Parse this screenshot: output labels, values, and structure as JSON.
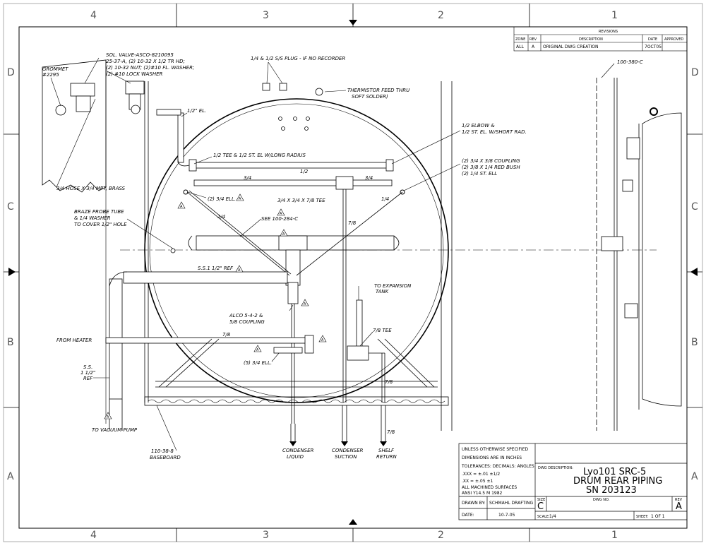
{
  "border": {
    "zones_top": [
      "4",
      "3",
      "2",
      "1"
    ],
    "zones_bottom": [
      "4",
      "3",
      "2",
      "1"
    ],
    "zones_left": [
      "D",
      "C",
      "B",
      "A"
    ],
    "zones_right": [
      "D",
      "C",
      "B",
      "A"
    ]
  },
  "revisions": {
    "title": "REVISIONS",
    "headers": {
      "zone": "ZONE",
      "rev": "REV",
      "description": "DESCRIPTION",
      "date": "DATE",
      "approved": "APPROVED"
    },
    "row": {
      "zone": "ALL",
      "rev": "A",
      "description": "ORIGINAL DWG CREATION",
      "date": "7OCT05",
      "approved": ""
    }
  },
  "callouts": {
    "grommet": [
      "GROMMET",
      "#2295"
    ],
    "sol_valve": [
      "SOL. VALVE-ASCO-8210095",
      "25-37-A, (2) 10-32 X 1/2 TR HD;",
      "(2) 10-32 NUT; (2)#10 FL. WASHER;",
      "(2) #10 LOCK WASHER"
    ],
    "plug": "1/4 & 1/2 S/S PLUG - IF NO RECORDER",
    "thermistor": [
      "THERMISTOR FEED THRU",
      "SOFT SOLDER)"
    ],
    "half_el": "1/2\" EL.",
    "elbow": [
      "1/2 ELBOW &",
      "1/2 ST. EL. W/SHORT RAD."
    ],
    "tee_half": "1/2 TEE & 1/2 ST. EL W/LONG RADIUS",
    "coupling": [
      "(2) 3/4 X 3/8 COUPLING",
      "(2) 3/8 X 1/4 RED BUSH",
      "(2) 1/4 ST. ELL"
    ],
    "hose": "3/4 HOSE X 3/4 MPT, BRASS",
    "pipe_half": "1/2",
    "pipe_34_left": "3/4",
    "pipe_34_right": "3/4",
    "ell_34": "(2) 3/4 ELL.",
    "tee_78": "3/4 X 3/4 X 7/8 TEE",
    "pipe_14_left": "1/4",
    "pipe_14_right": "1/4",
    "braze": [
      "BRAZE PROBE TUBE",
      "& 1/4 WASHER",
      "TO COVER 1/2\" HOLE"
    ],
    "see": "SEE 100-284-C",
    "pipe_78_vert": "7/8",
    "ss_ref": "S.S.1 1/2\" REF",
    "expansion": [
      "TO EXPANSION",
      "TANK"
    ],
    "alco": [
      "ALCO 5-4-2 &",
      "5/8 COUPLING"
    ],
    "from_heater": "FROM HEATER",
    "pipe_78_heater": "7/8",
    "tee_78_right": "7/8 TEE",
    "ell_5": "(5) 3/4 ELL.",
    "ss_left": [
      "S.S.",
      "1 1/2\"",
      "REF"
    ],
    "pipe_78_a": "7/8",
    "pipe_78_b": "7/8",
    "vacuum": "TO VACUUM PUMP",
    "baseboard": [
      "110-38-8",
      "BASEBOARD"
    ],
    "condenser_liquid": [
      "CONDENSER",
      "LIQUID"
    ],
    "condenser_suction": [
      "CONDENSER",
      "SUCTION"
    ],
    "shelf_return": [
      "SHELF",
      "RETURN"
    ],
    "side_ref": "100-380-C"
  },
  "revision_flags": [
    "A",
    "A",
    "A",
    "A",
    "A",
    "A",
    "A",
    "A",
    "A"
  ],
  "title_block": {
    "unless": "UNLESS OTHERWISE SPECIFIED",
    "dims": "DIMENSIONS ARE IN INCHES",
    "tolerances": "TOLERANCES: DECIMALS: ANGLES",
    "xxx": ".XXX     =   ±.01       ±1/2",
    "xx": ".XX      =   ±.05       ±1",
    "surfaces": "ALL MACHINED SURFACES",
    "ansi": "ANSI Y14.5 M 1982",
    "drawn_by_label": "DRAWN BY:",
    "drawn_by": "SCHMAHL DRAFTING",
    "date_label": "DATE:",
    "date": "10-7-05",
    "dwg_desc_label": "DWG DESCRIPTION:",
    "title_lines": [
      "Lyo101 SRC-5",
      "DRUM REAR PIPING",
      "SN 203123"
    ],
    "size_label": "SIZE",
    "size": "C",
    "dwg_no_label": "DWG NO.",
    "rev_label": "REV",
    "rev": "A",
    "scale_label": "SCALE:",
    "scale": "1/4",
    "sheet_label": "SHEET:",
    "sheet": "1 OF 1"
  }
}
